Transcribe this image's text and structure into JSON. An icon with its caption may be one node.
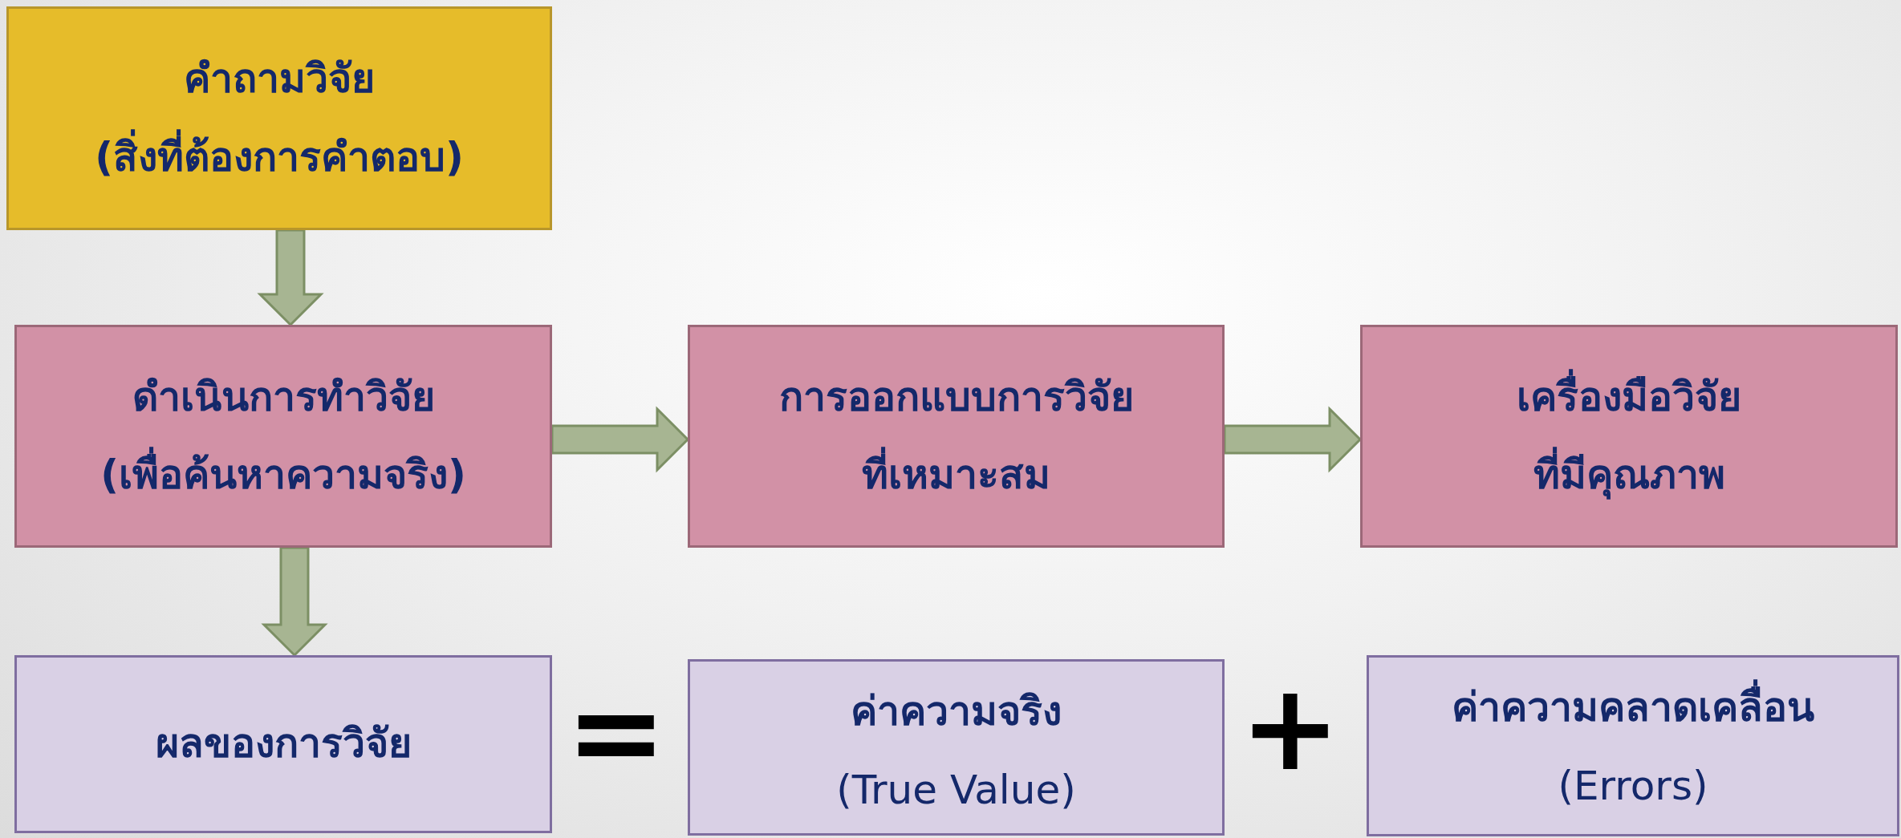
{
  "diagram": {
    "nodes": [
      {
        "text": [
          "คำถามวิจัย",
          "(สิ่งที่ต้องการคำตอบ)"
        ]
      },
      {
        "text": [
          "ดำเนินการทำวิจัย",
          "(เพื่อค้นหาความจริง)"
        ]
      },
      {
        "text": [
          "การออกแบบการวิจัย",
          "ที่เหมาะสม"
        ]
      },
      {
        "text": [
          "เครื่องมือวิจัย",
          "ที่มีคุณภาพ"
        ]
      },
      {
        "text": [
          "ผลของการวิจัย"
        ]
      },
      {
        "text": [
          "ค่าความจริง",
          "(True Value)"
        ]
      },
      {
        "text": [
          "ค่าความคลาดเคลื่อน",
          "(Errors)"
        ]
      }
    ],
    "edges": [
      {
        "from": 0,
        "to": 1,
        "arrow": "to"
      },
      {
        "from": 1,
        "to": 2,
        "arrow": "to"
      },
      {
        "from": 2,
        "to": 3,
        "arrow": "to"
      },
      {
        "from": 1,
        "to": 4,
        "arrow": "to"
      }
    ],
    "labels": [
      "=",
      "+"
    ]
  }
}
